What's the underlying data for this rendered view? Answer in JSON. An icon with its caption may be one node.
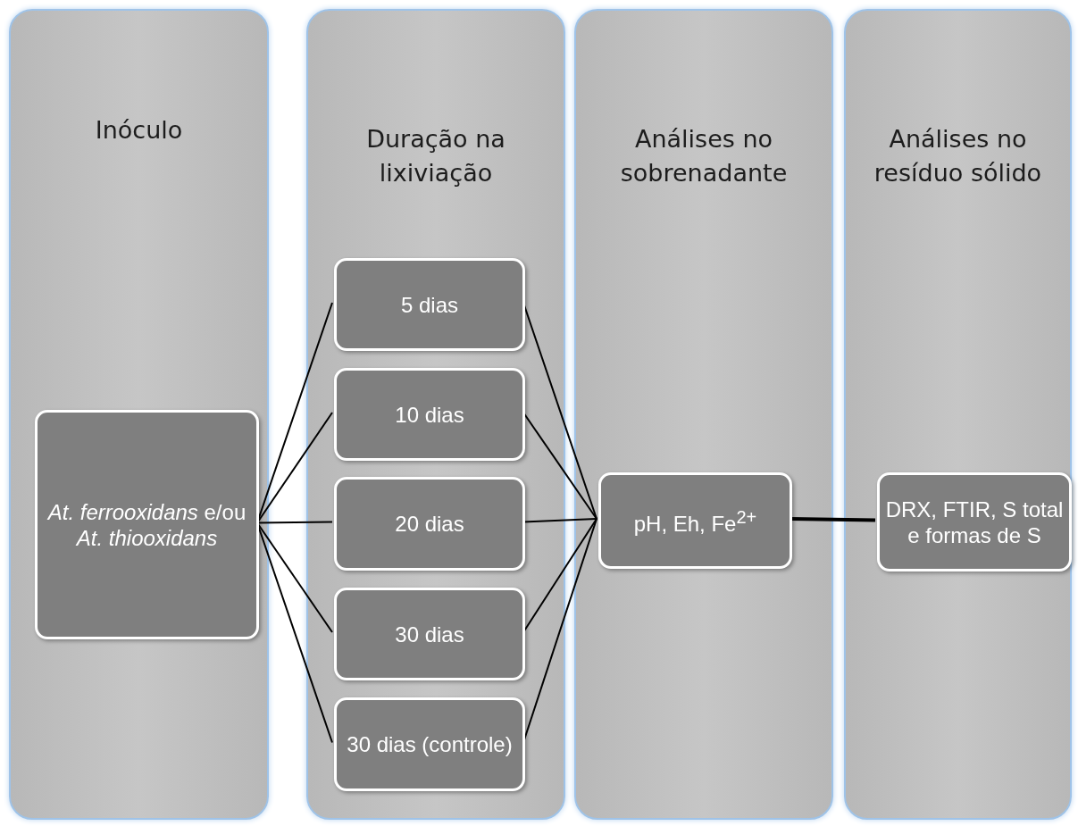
{
  "diagram": {
    "nodes": [
      {
        "text": [
          "Inóculo"
        ]
      },
      {
        "text": [
          "Duração na lixiviação"
        ]
      },
      {
        "text": [
          "Análises no sobrenadante"
        ]
      },
      {
        "text": [
          "Análises no resíduo sólido"
        ]
      },
      {
        "text": [
          "*At. ferrooxidans* e/ou *At. thiooxidans*"
        ],
        "in": 0
      },
      {
        "text": [
          "5 dias"
        ],
        "in": 1
      },
      {
        "text": [
          "10 dias"
        ],
        "in": 1
      },
      {
        "text": [
          "20 dias"
        ],
        "in": 1
      },
      {
        "text": [
          "30 dias"
        ],
        "in": 1
      },
      {
        "text": [
          "30 dias (controle)"
        ],
        "in": 1
      },
      {
        "text": [
          "pH,  Eh, Fe$^{2+}$"
        ],
        "in": 2
      },
      {
        "text": [
          "DRX, FTIR, S total e formas de S"
        ],
        "in": 3
      }
    ],
    "edges": [
      {
        "from": 4,
        "to": 5,
        "arrow": "none"
      },
      {
        "from": 4,
        "to": 6,
        "arrow": "none"
      },
      {
        "from": 4,
        "to": 7,
        "arrow": "none"
      },
      {
        "from": 4,
        "to": 8,
        "arrow": "none"
      },
      {
        "from": 4,
        "to": 9,
        "arrow": "none"
      },
      {
        "from": 5,
        "to": 10,
        "arrow": "none"
      },
      {
        "from": 6,
        "to": 10,
        "arrow": "none"
      },
      {
        "from": 7,
        "to": 10,
        "arrow": "none"
      },
      {
        "from": 8,
        "to": 10,
        "arrow": "none"
      },
      {
        "from": 9,
        "to": 10,
        "arrow": "none"
      },
      {
        "from": 10,
        "to": 11,
        "arrow": "none",
        "style": "thick"
      }
    ]
  }
}
